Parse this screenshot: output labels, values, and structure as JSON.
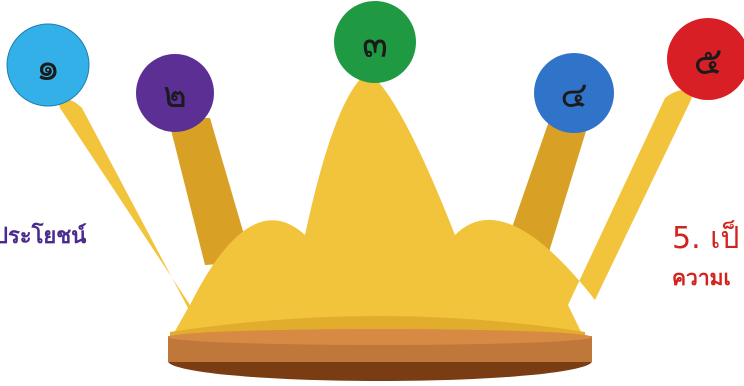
{
  "left_caption": "ประโยชน์",
  "right_heading": "5. เป็",
  "right_subtext": "ความเ",
  "colors": {
    "crown_gold": "#f2c43c",
    "crown_shadow": "#d8a126",
    "base_top": "#c0783a",
    "base_bottom": "#7a3d13",
    "accent_red": "#d2231f",
    "accent_purple": "#4a2a8c"
  },
  "points": [
    {
      "label": "๑",
      "color": "#34b0e8"
    },
    {
      "label": "๒",
      "color": "#5b2f94"
    },
    {
      "label": "๓",
      "color": "#1f9a42"
    },
    {
      "label": "๔",
      "color": "#2f74c9"
    },
    {
      "label": "๕",
      "color": "#d81f26"
    }
  ]
}
